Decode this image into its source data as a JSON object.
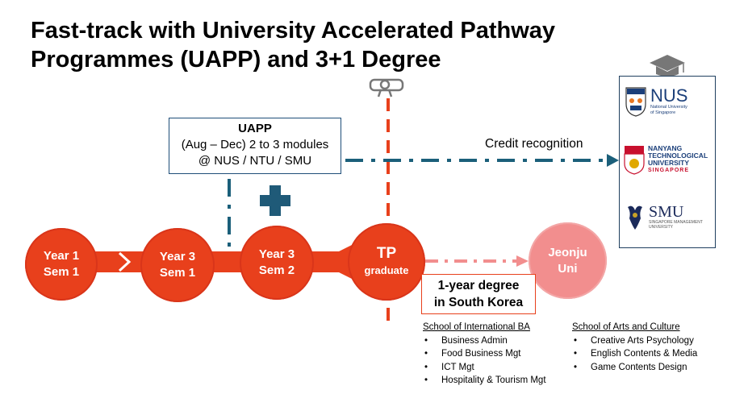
{
  "title": {
    "line1": "Fast-track with University Accelerated Pathway",
    "line2": "Programmes (UAPP) and 3+1 Degree"
  },
  "uapp": {
    "heading": "UAPP",
    "line1": "(Aug – Dec) 2 to 3 modules",
    "line2": "@ NUS / NTU / SMU"
  },
  "credit_label": "Credit recognition",
  "steps": [
    {
      "line1": "Year 1",
      "line2": "Sem 1"
    },
    {
      "line1": "Year 3",
      "line2": "Sem 1"
    },
    {
      "line1": "Year 3",
      "line2": "Sem 2"
    }
  ],
  "tp": {
    "line1": "TP",
    "line2": "graduate"
  },
  "jeonju": {
    "line1": "Jeonju",
    "line2": "Uni"
  },
  "korea_box": {
    "line1": "1-year degree",
    "line2": "in South Korea"
  },
  "universities": {
    "nus": {
      "name": "NUS",
      "sub1": "National University",
      "sub2": "of Singapore"
    },
    "ntu": {
      "l1": "NANYANG",
      "l2": "TECHNOLOGICAL",
      "l3": "UNIVERSITY",
      "l4": "SINGAPORE"
    },
    "smu": {
      "name": "SMU",
      "sub1": "SINGAPORE MANAGEMENT",
      "sub2": "UNIVERSITY"
    }
  },
  "schools": [
    {
      "heading": "School of International BA",
      "items": [
        "Business Admin",
        "Food Business Mgt",
        "ICT Mgt",
        "Hospitality & Tourism Mgt"
      ]
    },
    {
      "heading": "School of Arts and Culture",
      "items": [
        "Creative Arts Psychology",
        "English Contents & Media",
        "Game Contents Design"
      ]
    }
  ],
  "colors": {
    "orange": "#e8401c",
    "pink": "#f28e8e",
    "navy": "#1f4e79",
    "teal_dash": "#1b5f7a"
  },
  "icons": {
    "plus": "plus-icon",
    "cap": "graduation-cap-icon",
    "scroll": "diploma-icon",
    "chevron": "chevron-right-icon"
  }
}
